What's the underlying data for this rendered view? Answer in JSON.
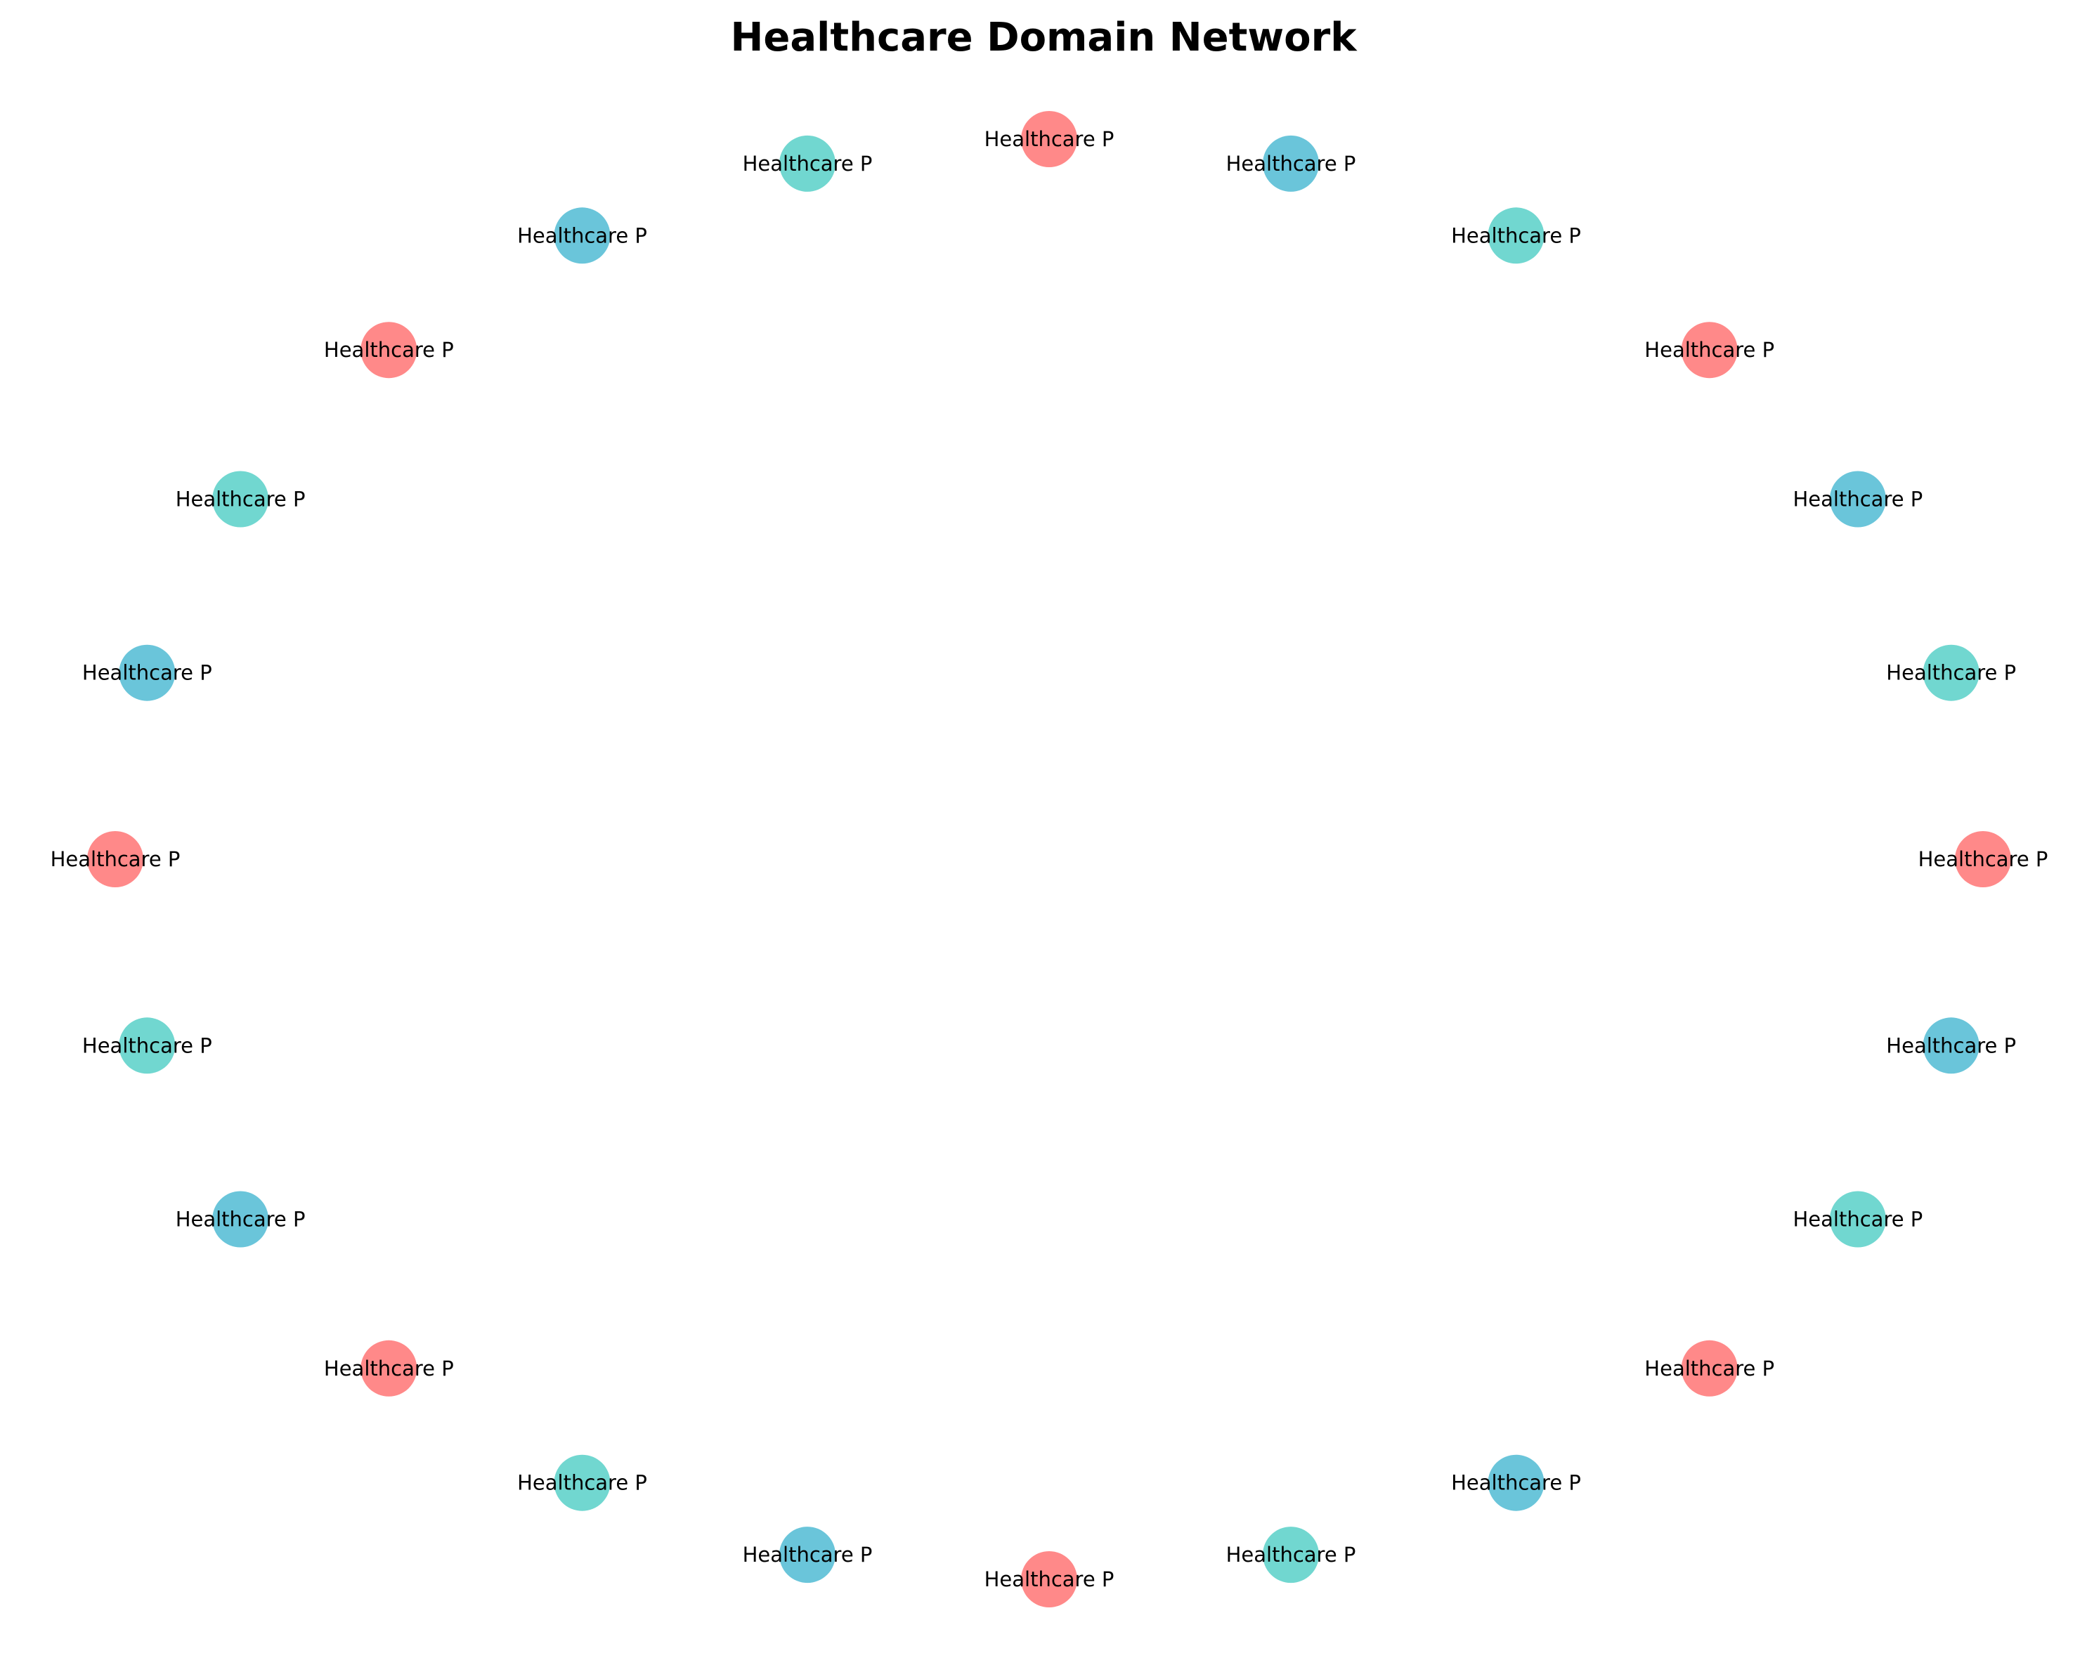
{
  "title": "Healthcare Domain Network",
  "colors": {
    "red": "#FF6B6B",
    "teal": "#4ECDC4",
    "blue": "#45B7D1"
  },
  "nodes": [
    {
      "label": "Healthcare P",
      "color": "red"
    },
    {
      "label": "Healthcare P",
      "color": "blue"
    },
    {
      "label": "Healthcare P",
      "color": "teal"
    },
    {
      "label": "Healthcare P",
      "color": "red"
    },
    {
      "label": "Healthcare P",
      "color": "blue"
    },
    {
      "label": "Healthcare P",
      "color": "teal"
    },
    {
      "label": "Healthcare P",
      "color": "red"
    },
    {
      "label": "Healthcare P",
      "color": "blue"
    },
    {
      "label": "Healthcare P",
      "color": "teal"
    },
    {
      "label": "Healthcare P",
      "color": "red"
    },
    {
      "label": "Healthcare P",
      "color": "blue"
    },
    {
      "label": "Healthcare P",
      "color": "teal"
    },
    {
      "label": "Healthcare P",
      "color": "red"
    },
    {
      "label": "Healthcare P",
      "color": "blue"
    },
    {
      "label": "Healthcare P",
      "color": "teal"
    },
    {
      "label": "Healthcare P",
      "color": "red"
    },
    {
      "label": "Healthcare P",
      "color": "blue"
    },
    {
      "label": "Healthcare P",
      "color": "teal"
    },
    {
      "label": "Healthcare P",
      "color": "red"
    },
    {
      "label": "Healthcare P",
      "color": "blue"
    },
    {
      "label": "Healthcare P",
      "color": "teal"
    },
    {
      "label": "Healthcare P",
      "color": "red"
    },
    {
      "label": "Healthcare P",
      "color": "blue"
    },
    {
      "label": "Healthcare P",
      "color": "teal"
    }
  ]
}
